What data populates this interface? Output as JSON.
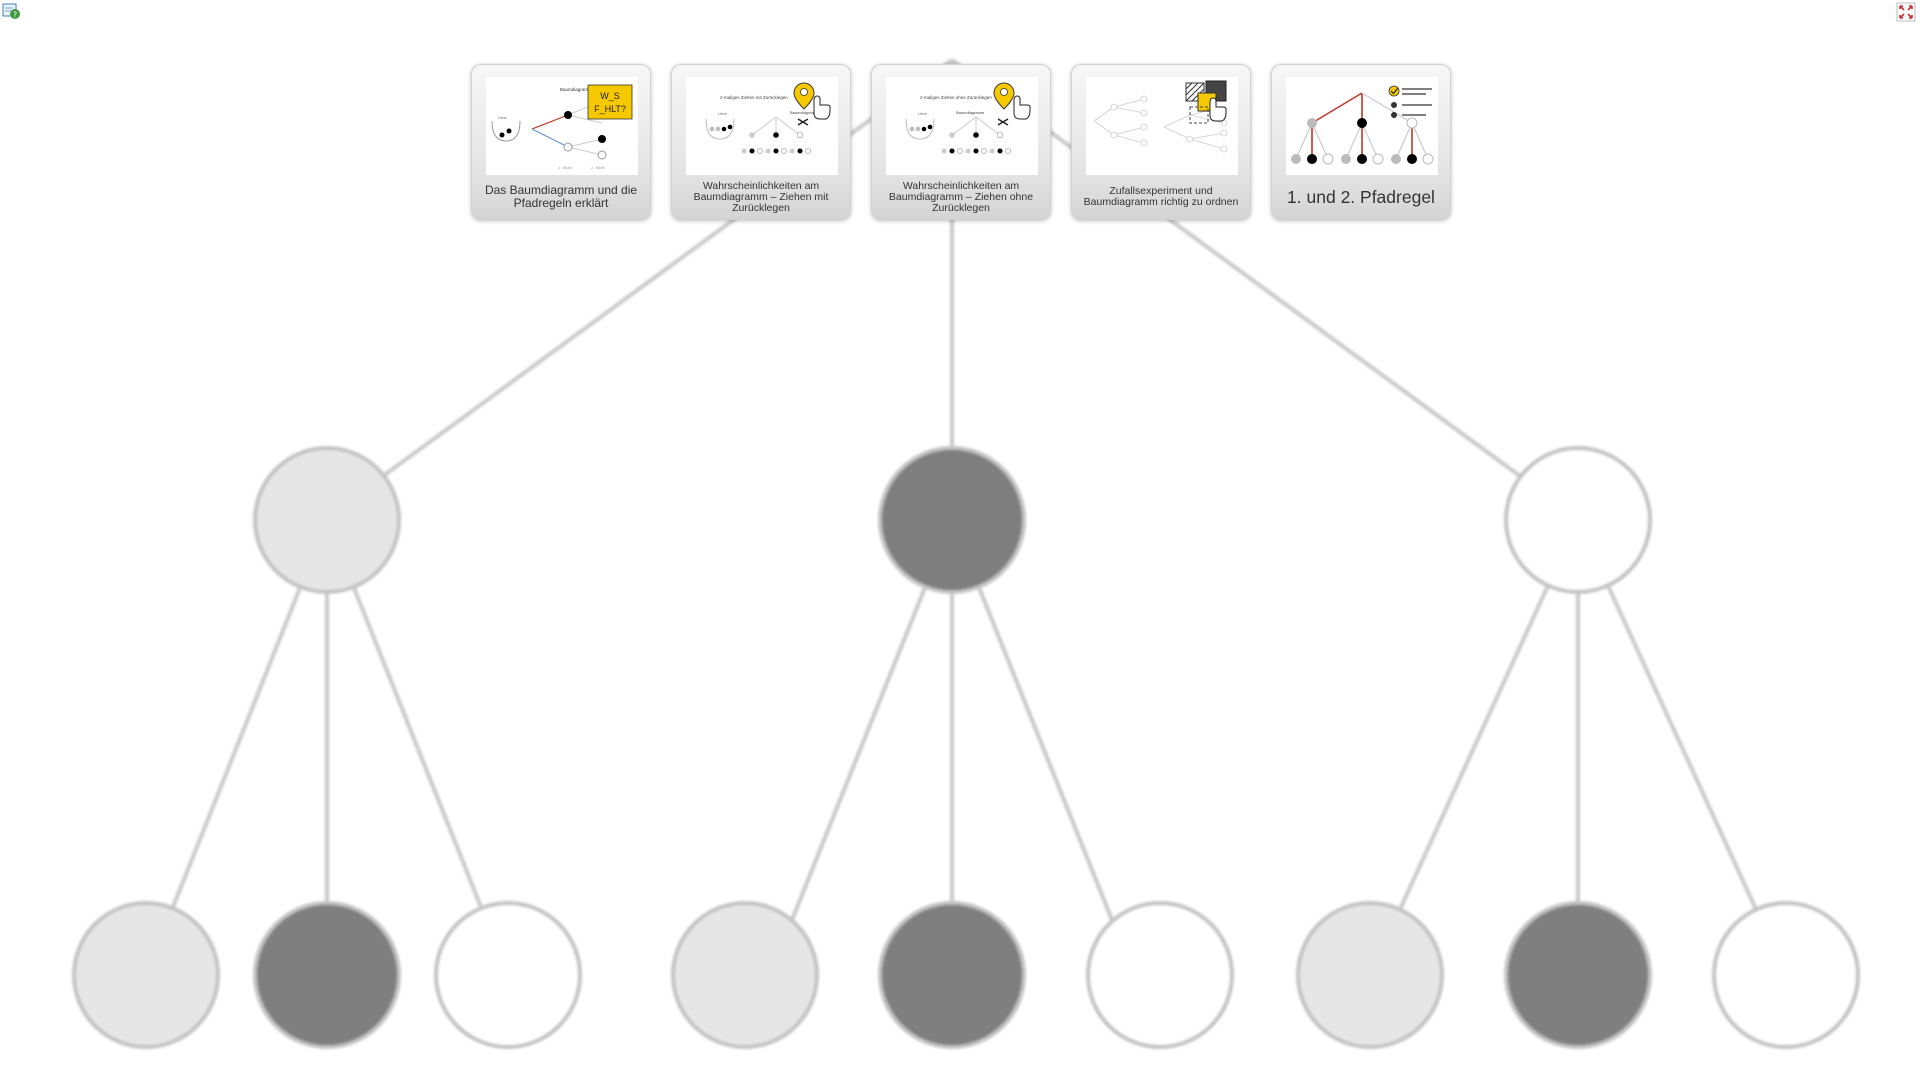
{
  "toolbar": {
    "help_icon": "help-icon",
    "fullscreen_icon": "fullscreen-icon"
  },
  "cards": [
    {
      "title": "Das Baumdiagramm und die Pfadregeln erklärt",
      "thumb_icon": "tree-diagram-icon"
    },
    {
      "title": "Wahrscheinlichkeiten am Baumdiagramm – Ziehen mit Zurücklegen",
      "thumb_icon": "location-pin-pointer-icon"
    },
    {
      "title": "Wahrscheinlichkeiten am Baumdiagramm – Ziehen ohne Zurücklegen",
      "thumb_icon": "location-pin-pointer-icon"
    },
    {
      "title": "Zufallsexperiment und Baumdiagramm richtig zu ordnen",
      "thumb_icon": "drag-and-drop-icon"
    },
    {
      "title": "1. und 2. Pfadregel",
      "thumb_icon": "checklist-tree-icon"
    }
  ],
  "thumbnails": {
    "card1_badge": "W_S\nF_HLT?",
    "card1_small": [
      "Urne",
      "Baumdiagramm",
      "1. Stufe",
      "2. Stufe"
    ],
    "card2_small": [
      "2-maliges Ziehen mit Zurücklegen",
      "Urne",
      "Baumdiagramm"
    ],
    "card3_small": [
      "2-maliges Ziehen ohne Zurücklegen",
      "Urne",
      "Baumdiagramm"
    ]
  },
  "colors": {
    "accent_yellow": "#f5c800",
    "node_light": "#e6e6e6",
    "node_dark": "#7f7f7f",
    "node_white": "#ffffff",
    "edge_gray": "#c8c8c8",
    "path_red": "#c0392b"
  }
}
